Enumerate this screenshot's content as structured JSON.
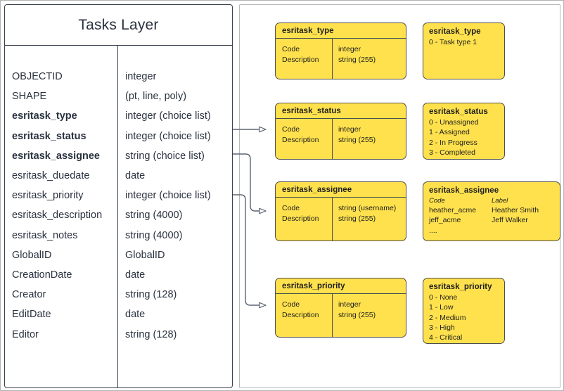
{
  "diagram": {
    "title": "Tasks Layer",
    "palette": {
      "entity_border": "#38414f",
      "entity_fill": "#ffffff",
      "domain_fill": "#ffe14d",
      "domain_border": "#4d4d4d",
      "frame_border": "#b8b8b8",
      "connector": "#5a6472",
      "text": "#2a3240"
    }
  },
  "layer": {
    "title": "Tasks Layer",
    "fields": [
      {
        "name": "OBJECTID",
        "type": "integer",
        "bold": false
      },
      {
        "name": "SHAPE",
        "type": "(pt, line, poly)",
        "bold": false
      },
      {
        "name": "esritask_type",
        "type": "integer (choice list)",
        "bold": true
      },
      {
        "name": "esritask_status",
        "type": "integer (choice list)",
        "bold": true
      },
      {
        "name": "esritask_assignee",
        "type": "string (choice list)",
        "bold": true
      },
      {
        "name": "esritask_duedate",
        "type": "date",
        "bold": false
      },
      {
        "name": "esritask_priority",
        "type": "integer (choice list)",
        "bold": false
      },
      {
        "name": "esritask_description",
        "type": "string (4000)",
        "bold": false
      },
      {
        "name": "esritask_notes",
        "type": "string (4000)",
        "bold": false
      },
      {
        "name": "GlobalID",
        "type": "GlobalID",
        "bold": false
      },
      {
        "name": "CreationDate",
        "type": "date",
        "bold": false
      },
      {
        "name": "Creator",
        "type": "string (128)",
        "bold": false
      },
      {
        "name": "EditDate",
        "type": "date",
        "bold": false
      },
      {
        "name": "Editor",
        "type": "string (128)",
        "bold": false
      }
    ]
  },
  "tables": [
    {
      "id": "type",
      "header": "esritask_type",
      "left_rows": [
        "Code",
        "Description"
      ],
      "right_rows": [
        "integer",
        "string (255)"
      ]
    },
    {
      "id": "status",
      "header": "esritask_status",
      "left_rows": [
        "Code",
        "Description"
      ],
      "right_rows": [
        "integer",
        "string (255)"
      ]
    },
    {
      "id": "assignee",
      "header": "esritask_assignee",
      "left_rows": [
        "Code",
        "Description"
      ],
      "right_rows": [
        "string  (username)",
        "string (255)"
      ]
    },
    {
      "id": "priority",
      "header": "esritask_priority",
      "left_rows": [
        "Code",
        "Description"
      ],
      "right_rows": [
        "integer",
        "string (255)"
      ]
    }
  ],
  "domains": {
    "type": {
      "title": "esritask_type",
      "items": [
        "0 - Task type 1"
      ]
    },
    "status": {
      "title": "esritask_status",
      "items": [
        "0 - Unassigned",
        "1 - Assigned",
        "2 - In Progress",
        "3 - Completed"
      ]
    },
    "assignee": {
      "title": "esritask_assignee",
      "col_headers": {
        "code": "Code",
        "label": "Label"
      },
      "rows": [
        {
          "code": "heather_acme",
          "label": "Heather Smith"
        },
        {
          "code": "jeff_acme",
          "label": "Jeff Walker"
        },
        {
          "code": "....",
          "label": ""
        }
      ]
    },
    "priority": {
      "title": "esritask_priority",
      "items": [
        "0 - None",
        "1 - Low",
        "2 - Medium",
        "3 - High",
        "4 - Critical"
      ]
    }
  }
}
